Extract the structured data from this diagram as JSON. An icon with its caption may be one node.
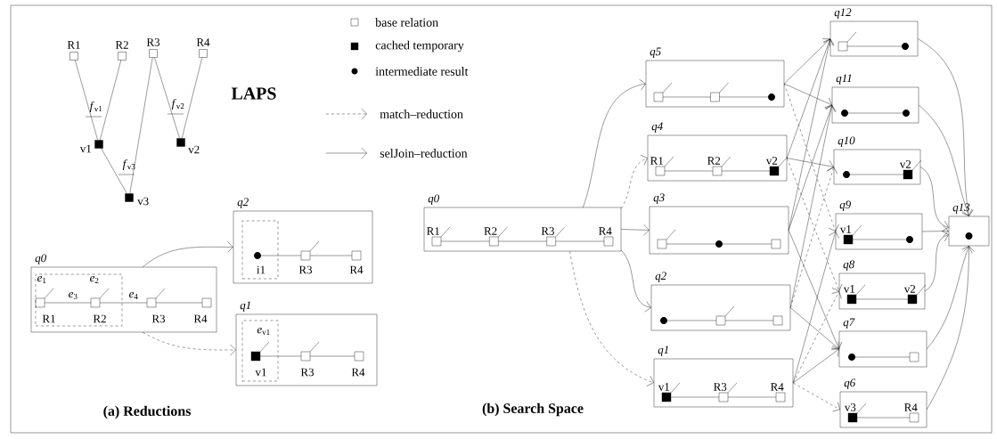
{
  "diagram": {
    "nodes": [
      {
        "text": [
          "R1"
        ]
      },
      {
        "text": [
          "R2"
        ]
      },
      {
        "text": [
          "R3"
        ]
      },
      {
        "text": [
          "R4"
        ]
      },
      {
        "text": [
          "v1"
        ]
      },
      {
        "text": [
          "v2"
        ]
      },
      {
        "text": [
          "v3"
        ]
      },
      {
        "text": [
          "*e*$_{4}$",
          "R3",
          "R4"
        ],
        "beside": [
          "q0"
        ]
      },
      {
        "text": [
          "*e*$_{1}$",
          "*e*$_{3}$",
          "*e*$_{2}$",
          "R1",
          "R2"
        ],
        "in": 7
      },
      {
        "text": [
          "R3",
          "R4"
        ],
        "beside": [
          "q2"
        ]
      },
      {
        "text": [
          "i1"
        ],
        "in": 9
      },
      {
        "text": [
          "R3",
          "R4"
        ],
        "beside": [
          "q1"
        ]
      },
      {
        "text": [
          "*e*$_{v1}$",
          "v1"
        ],
        "in": 11
      },
      {
        "text": [
          "R1",
          "R2",
          "R3",
          "R4"
        ],
        "beside": [
          "q0"
        ]
      },
      {
        "text": [],
        "shape": "box",
        "beside": [
          "q5"
        ]
      },
      {
        "text": [
          "R1",
          "R2",
          "v2"
        ],
        "beside": [
          "q4"
        ]
      },
      {
        "text": [],
        "shape": "box",
        "beside": [
          "q3"
        ]
      },
      {
        "text": [],
        "shape": "box",
        "beside": [
          "q2"
        ]
      },
      {
        "text": [
          "v1",
          "R3",
          "R4"
        ],
        "beside": [
          "q1"
        ]
      },
      {
        "text": [],
        "shape": "box",
        "beside": [
          "q12"
        ]
      },
      {
        "text": [],
        "shape": "box",
        "beside": [
          "q11"
        ]
      },
      {
        "text": [
          "v2"
        ],
        "beside": [
          "q10"
        ]
      },
      {
        "text": [
          "v1"
        ],
        "beside": [
          "q9"
        ]
      },
      {
        "text": [
          "v1",
          "v2"
        ],
        "beside": [
          "q8"
        ]
      },
      {
        "text": [],
        "shape": "box",
        "beside": [
          "q7"
        ]
      },
      {
        "text": [
          "v3",
          "R4"
        ],
        "beside": [
          "q6"
        ]
      },
      {
        "text": [],
        "shape": "box",
        "beside": [
          "q13"
        ]
      }
    ],
    "edges": [
      {
        "from": 0,
        "to": 4,
        "arrow": "none"
      },
      {
        "from": 1,
        "to": 4,
        "arrow": "none"
      },
      {
        "from": 2,
        "to": 5,
        "arrow": "none"
      },
      {
        "from": 3,
        "to": 5,
        "arrow": "none"
      },
      {
        "from": 4,
        "to": 6,
        "arrow": "none"
      },
      {
        "from": 2,
        "to": 6,
        "arrow": "none"
      },
      {
        "from": 7,
        "to": 9,
        "arrow": "to"
      },
      {
        "from": 7,
        "to": 11,
        "arrow": "to",
        "style": "dashed"
      },
      {
        "from": 13,
        "to": 14,
        "arrow": "to"
      },
      {
        "from": 13,
        "to": 15,
        "arrow": "to",
        "style": "dashed"
      },
      {
        "from": 13,
        "to": 16,
        "arrow": "to"
      },
      {
        "from": 13,
        "to": 17,
        "arrow": "to"
      },
      {
        "from": 13,
        "to": 18,
        "arrow": "to",
        "style": "dashed"
      },
      {
        "from": 14,
        "to": 19,
        "arrow": "to"
      },
      {
        "from": 14,
        "to": 20,
        "arrow": "to"
      },
      {
        "from": 14,
        "to": 22,
        "arrow": "to",
        "style": "dashed"
      },
      {
        "from": 15,
        "to": 19,
        "arrow": "to"
      },
      {
        "from": 15,
        "to": 21,
        "arrow": "to"
      },
      {
        "from": 15,
        "to": 23,
        "arrow": "to",
        "style": "dashed"
      },
      {
        "from": 16,
        "to": 19,
        "arrow": "to"
      },
      {
        "from": 16,
        "to": 20,
        "arrow": "to"
      },
      {
        "from": 16,
        "to": 24,
        "arrow": "to"
      },
      {
        "from": 17,
        "to": 20,
        "arrow": "to"
      },
      {
        "from": 17,
        "to": 24,
        "arrow": "to"
      },
      {
        "from": 17,
        "to": 21,
        "arrow": "to",
        "style": "dashed"
      },
      {
        "from": 18,
        "to": 22,
        "arrow": "to"
      },
      {
        "from": 18,
        "to": 23,
        "arrow": "to",
        "style": "dashed"
      },
      {
        "from": 18,
        "to": 24,
        "arrow": "to"
      },
      {
        "from": 18,
        "to": 25,
        "arrow": "to",
        "style": "dashed"
      },
      {
        "from": 19,
        "to": 26,
        "arrow": "to"
      },
      {
        "from": 20,
        "to": 26,
        "arrow": "to"
      },
      {
        "from": 21,
        "to": 26,
        "arrow": "to"
      },
      {
        "from": 22,
        "to": 26,
        "arrow": "to"
      },
      {
        "from": 23,
        "to": 26,
        "arrow": "to"
      },
      {
        "from": 24,
        "to": 26,
        "arrow": "to"
      },
      {
        "from": 25,
        "to": 26,
        "arrow": "to"
      }
    ],
    "labels": [
      "*f*$_{v1}$",
      "*f*$_{v2}$",
      "*f*$_{v3}$",
      "LAPS",
      "(a) Reductions",
      "(b) Search Space"
    ],
    "legend": [
      {
        "text": "base relation"
      },
      {
        "text": "cached temporary"
      },
      {
        "text": "intermediate result"
      },
      {
        "text": "match–reduction"
      },
      {
        "text": "selJoin–reduction"
      }
    ]
  }
}
